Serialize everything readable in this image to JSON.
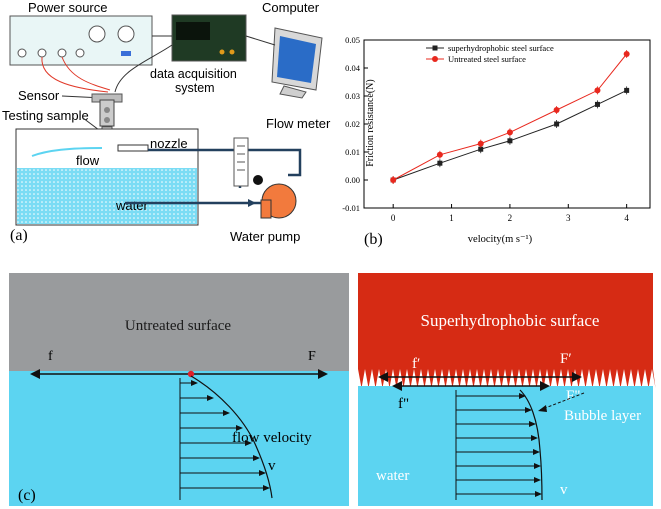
{
  "panel_a": {
    "label": "(a)",
    "power_source": "Power source",
    "computer": "Computer",
    "sensor": "Sensor",
    "testing_sample": "Testing sample",
    "daq_line1": "data acquisition",
    "daq_line2": "system",
    "flow_meter": "Flow meter",
    "nozzle": "nozzle",
    "flow": "flow",
    "water": "water",
    "water_pump": "Water pump"
  },
  "panel_b": {
    "label": "(b)"
  },
  "chart_data": {
    "type": "line",
    "ylabel": "Friction resistance(N)",
    "xlabel": "velocity(m s⁻¹)",
    "xlim": [
      -0.5,
      4.4
    ],
    "ylim": [
      -0.01,
      0.05
    ],
    "x_ticks": [
      "0",
      "1",
      "2",
      "3",
      "4"
    ],
    "y_ticks": [
      "-0.01",
      "0.00",
      "0.01",
      "0.02",
      "0.03",
      "0.04",
      "0.05"
    ],
    "legend_position": "top-left",
    "series": [
      {
        "name": "superhydrophobic steel surface",
        "color": "#222222",
        "marker": "square",
        "x": [
          0,
          0.8,
          1.5,
          2.0,
          2.8,
          3.5,
          4.0
        ],
        "y": [
          0.0,
          0.006,
          0.011,
          0.014,
          0.02,
          0.027,
          0.032
        ]
      },
      {
        "name": "Untreated steel surface",
        "color": "#e8281e",
        "marker": "circle",
        "x": [
          0,
          0.8,
          1.5,
          2.0,
          2.8,
          3.5,
          4.0
        ],
        "y": [
          0.0,
          0.009,
          0.013,
          0.017,
          0.025,
          0.032,
          0.045
        ]
      }
    ]
  },
  "panel_c": {
    "label": "(c)",
    "left_surface": "Untreated surface",
    "left_f": "f",
    "left_F": "F",
    "flow_velocity": "flow velocity",
    "left_v": "v",
    "right_surface": "Superhydrophobic surface",
    "right_f_prime": "f′",
    "right_F_prime": "F′",
    "right_F2": "F\"",
    "right_f2": "f\"",
    "bubble_layer": "Bubble layer",
    "water": "water",
    "right_v": "v",
    "colors": {
      "gray": "#999b9d",
      "water": "#5cd4f1",
      "red": "#d62b14"
    }
  }
}
